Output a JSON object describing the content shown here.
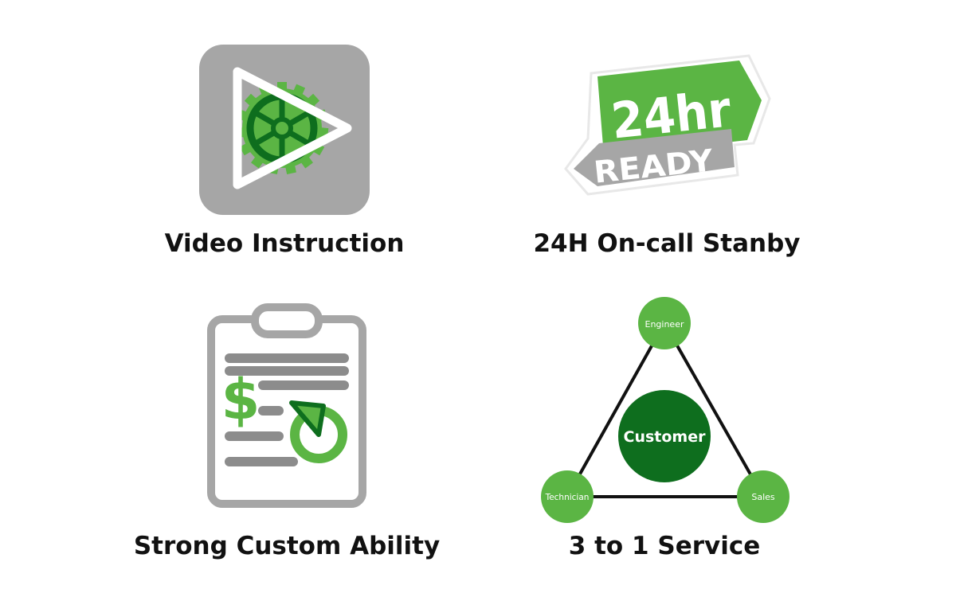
{
  "colors": {
    "green": "#5bb544",
    "dark_green": "#0e6e1e",
    "gray": "#a6a6a6",
    "dark_gray": "#8c8c8c",
    "text": "#111111"
  },
  "features": [
    {
      "title": "Video Instruction",
      "icon": "play-gear-icon"
    },
    {
      "title": "24H On-call Stanby",
      "icon": "24hr-ready-badge-icon"
    },
    {
      "title": "Strong Custom Ability",
      "icon": "clipboard-dollar-chart-icon"
    },
    {
      "title": "3 to 1 Service",
      "icon": "service-triangle-diagram"
    }
  ],
  "badge": {
    "top_text": "24hr",
    "bottom_text": "READY"
  },
  "diagram": {
    "center": "Customer",
    "nodes": [
      "Engineer",
      "Technician",
      "Sales"
    ]
  },
  "clipboard": {
    "currency_symbol": "$"
  }
}
